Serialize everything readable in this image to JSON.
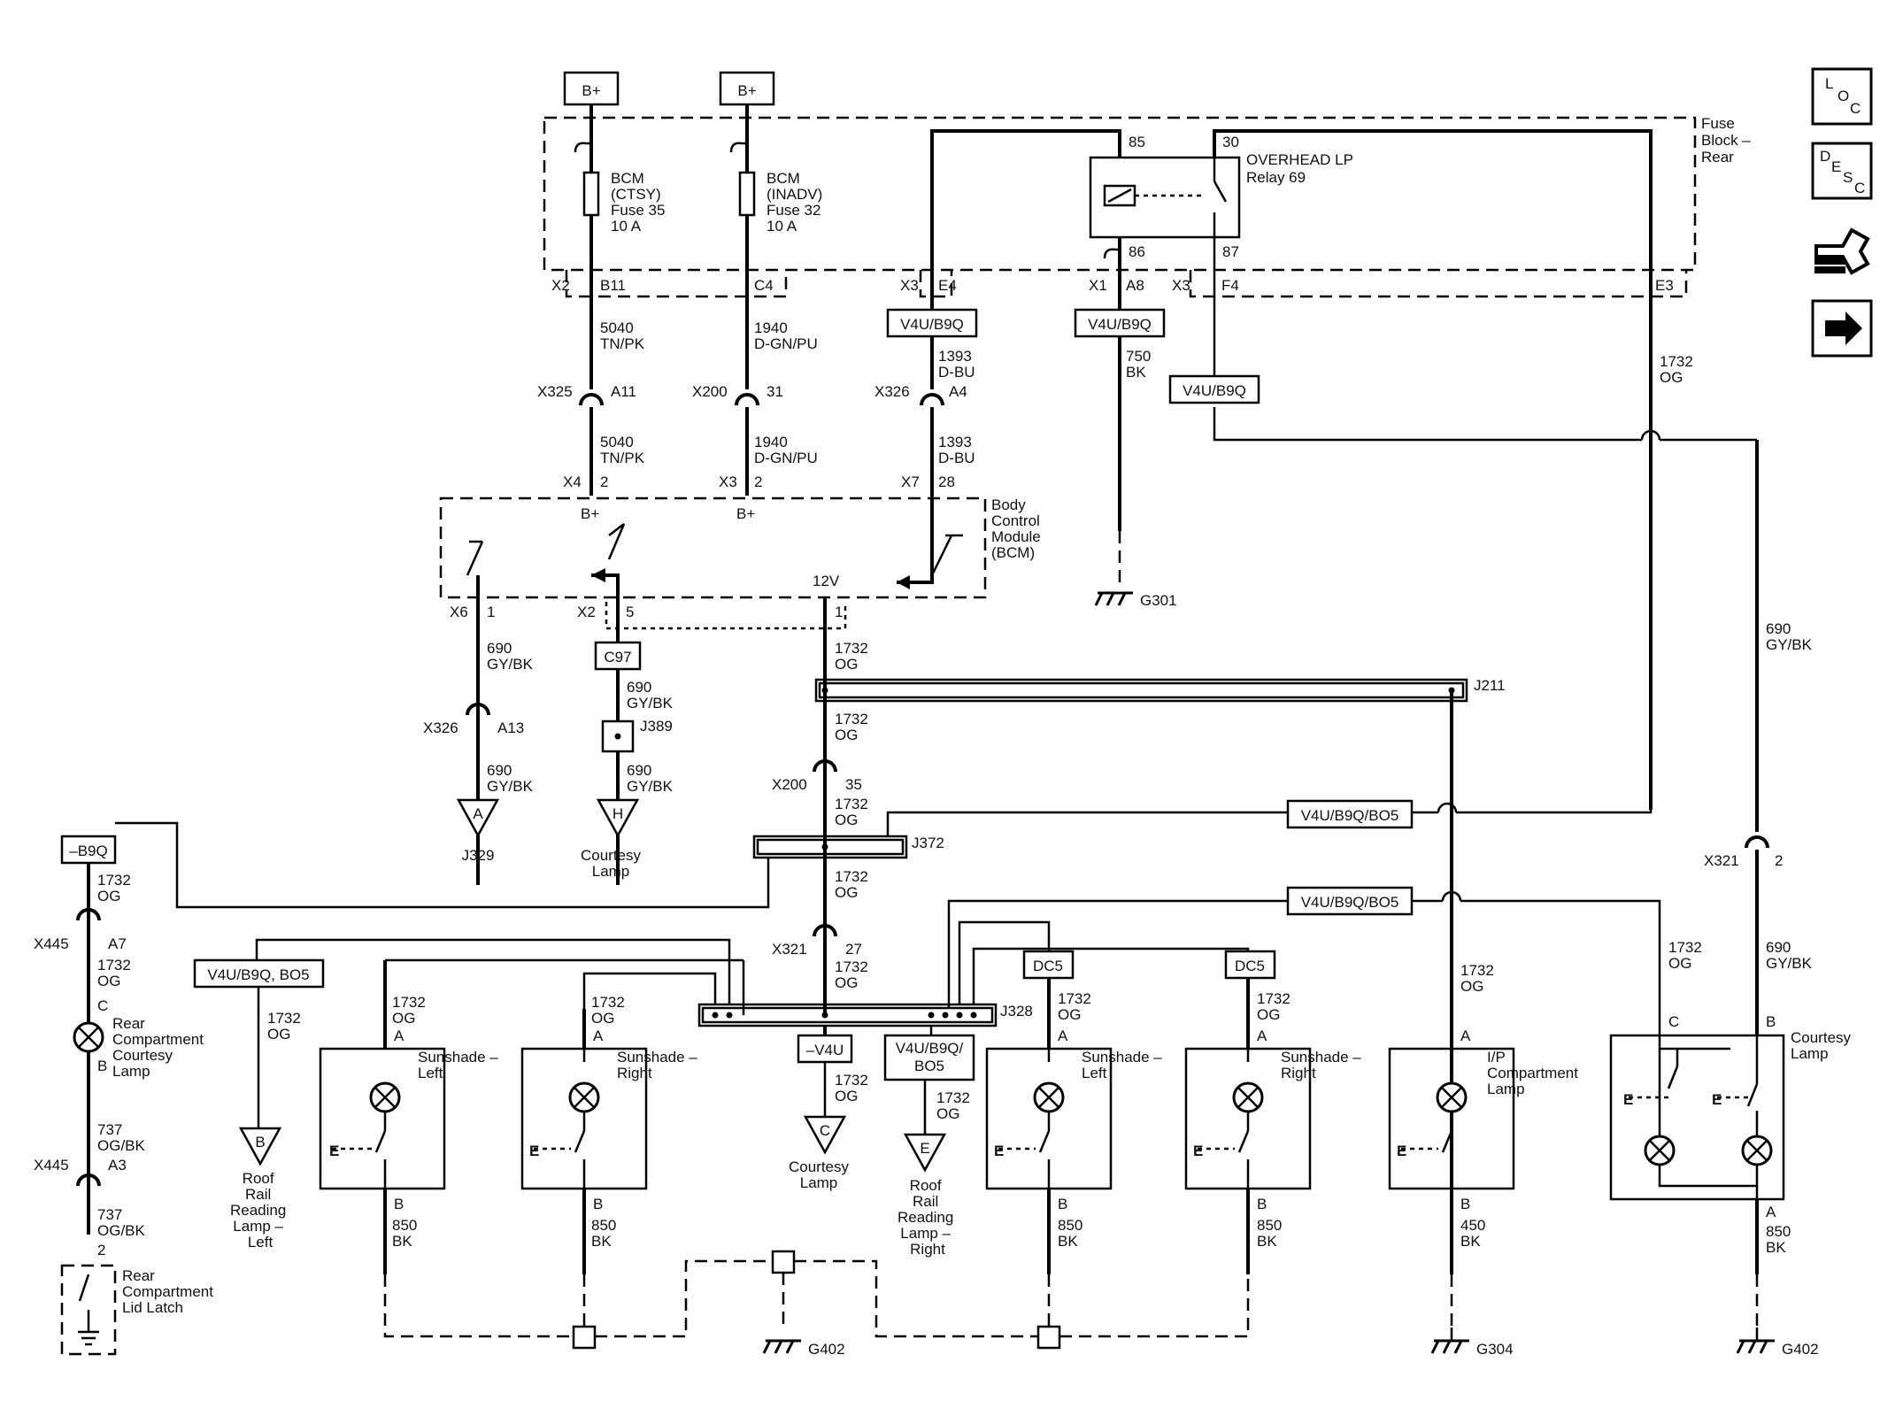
{
  "sidebar_icons": [
    {
      "name": "location-icon",
      "letters": [
        "L",
        "O",
        "C"
      ]
    },
    {
      "name": "description-icon",
      "letters": [
        "D",
        "E",
        "S",
        "C"
      ]
    },
    {
      "name": "harness-connector-icon"
    },
    {
      "name": "next-page-arrow-icon"
    }
  ],
  "diagram": {
    "power": {
      "b_plus_left": "B+",
      "b_plus_right": "B+"
    },
    "fuse_block": {
      "label_lines": [
        "Fuse",
        "Block –",
        "Rear"
      ]
    },
    "fuse35": {
      "lines": [
        "BCM",
        "(CTSY)",
        "Fuse 35",
        "10 A"
      ]
    },
    "fuse32": {
      "lines": [
        "BCM",
        "(INADV)",
        "Fuse 32",
        "10 A"
      ]
    },
    "relay": {
      "lines": [
        "OVERHEAD LP",
        "Relay 69"
      ],
      "pin85": "85",
      "pin86": "86",
      "pin30": "30",
      "pin87": "87"
    },
    "bcm": {
      "lines": [
        "Body",
        "Control",
        "Module",
        "(BCM)"
      ],
      "bplus1": "B+",
      "bplus2": "B+",
      "v12": "12V"
    },
    "grounds": {
      "g301": "G301",
      "g402a": "G402",
      "g304": "G304",
      "g402b": "G402"
    },
    "option_boxes": {
      "v4u_b9q_1": "V4U/B9Q",
      "v4u_b9q_2": "V4U/B9Q",
      "v4u_b9q_3": "V4U/B9Q",
      "v4u_b9q_bo5_1": "V4U/B9Q/BO5",
      "v4u_b9q_bo5_2": "V4U/B9Q/BO5",
      "neg_b9q": "–B9Q",
      "v4u_b9q_bo5_comma": "V4U/B9Q, BO5",
      "dc5_1": "DC5",
      "dc5_2": "DC5",
      "neg_v4u": "–V4U",
      "v4u_b9q_bo5_stack": [
        "V4U/B9Q/",
        "BO5"
      ],
      "c97": "C97"
    },
    "connectors": {
      "x2_b11": [
        "X2",
        "B11"
      ],
      "c4": "C4",
      "x3_e4": [
        "X3",
        "E4"
      ],
      "x1_a8": [
        "X1",
        "A8"
      ],
      "x3_f4": [
        "X3",
        "F4"
      ],
      "e3": "E3",
      "x325_a11": [
        "X325",
        "A11"
      ],
      "x200_31": [
        "X200",
        "31"
      ],
      "x326_a4": [
        "X326",
        "A4"
      ],
      "x4_2": [
        "X4",
        "2"
      ],
      "x3_2": [
        "X3",
        "2"
      ],
      "x7_28": [
        "X7",
        "28"
      ],
      "x6_1": [
        "X6",
        "1"
      ],
      "x2_5": [
        "X2",
        "5"
      ],
      "pin1": "1",
      "x326_a13": [
        "X326",
        "A13"
      ],
      "x200_35": [
        "X200",
        "35"
      ],
      "x321_27": [
        "X321",
        "27"
      ],
      "x321_2": [
        "X321",
        "2"
      ],
      "x445_a7": [
        "X445",
        "A7"
      ],
      "x445_a3": [
        "X445",
        "A3"
      ]
    },
    "splices": {
      "j211": "J211",
      "j372": "J372",
      "j328": "J328",
      "j389": "J389"
    },
    "wires": {
      "w5040a": [
        "5040",
        "TN/PK"
      ],
      "w5040b": [
        "5040",
        "TN/PK"
      ],
      "w1940a": [
        "1940",
        "D-GN/PU"
      ],
      "w1940b": [
        "1940",
        "D-GN/PU"
      ],
      "w1393a": [
        "1393",
        "D-BU"
      ],
      "w1393b": [
        "1393",
        "D-BU"
      ],
      "w750": [
        "750",
        "BK"
      ],
      "w1732_e3": [
        "1732",
        "OG"
      ],
      "w690_bcm": [
        "690",
        "GY/BK"
      ],
      "w690_j389_top": [
        "690",
        "GY/BK"
      ],
      "w690_j389_bot": [
        "690",
        "GY/BK"
      ],
      "w690_a13": [
        "690",
        "GY/BK"
      ],
      "w690_right": [
        "690",
        "GY/BK"
      ],
      "w690_x321": [
        "690",
        "GY/BK"
      ],
      "w1732_bcm": [
        "1732",
        "OG"
      ],
      "w1732_j211": [
        "1732",
        "OG"
      ],
      "w1732_x200": [
        "1732",
        "OG"
      ],
      "w1732_j372": [
        "1732",
        "OG"
      ],
      "w1732_x321": [
        "1732",
        "OG"
      ],
      "w1732_negb9q": [
        "1732",
        "OG"
      ],
      "w1732_a7": [
        "1732",
        "OG"
      ],
      "w737a": [
        "737",
        "OG/BK"
      ],
      "w737b": [
        "737",
        "OG/BK"
      ],
      "w1732_rrl": [
        "1732",
        "OG"
      ],
      "w1732_ssl": [
        "1732",
        "OG"
      ],
      "w1732_ssr": [
        "1732",
        "OG"
      ],
      "w1732_negv4u": [
        "1732",
        "OG"
      ],
      "w1732_rrr": [
        "1732",
        "OG"
      ],
      "w1732_ssl2": [
        "1732",
        "OG"
      ],
      "w1732_ssr2": [
        "1732",
        "OG"
      ],
      "w1732_ip": [
        "1732",
        "OG"
      ],
      "w1732_ctsy": [
        "1732",
        "OG"
      ],
      "w850_1": [
        "850",
        "BK"
      ],
      "w850_2": [
        "850",
        "BK"
      ],
      "w850_3": [
        "850",
        "BK"
      ],
      "w850_4": [
        "850",
        "BK"
      ],
      "w850_5": [
        "850",
        "BK"
      ],
      "w450": [
        "450",
        "BK"
      ]
    },
    "offpage": {
      "a_j329": {
        "letter": "A",
        "lines": [
          "J329"
        ]
      },
      "h_courtesy": {
        "letter": "H",
        "lines": [
          "Courtesy",
          "Lamp"
        ]
      },
      "b_roof_left": {
        "letter": "B",
        "lines": [
          "Roof",
          "Rail",
          "Reading",
          "Lamp –",
          "Left"
        ]
      },
      "c_courtesy": {
        "letter": "C",
        "lines": [
          "Courtesy",
          "Lamp"
        ]
      },
      "e_roof_right": {
        "letter": "E",
        "lines": [
          "Roof",
          "Rail",
          "Reading",
          "Lamp –",
          "Right"
        ]
      }
    },
    "components": {
      "rear_comp_lamp": {
        "lines": [
          "Rear",
          "Compartment",
          "Courtesy",
          "Lamp"
        ],
        "pin_c": "C",
        "pin_b": "B"
      },
      "lid_latch": {
        "lines": [
          "Rear",
          "Compartment",
          "Lid Latch"
        ],
        "pin": "2"
      },
      "sunshade_left_1": {
        "lines": [
          "Sunshade –",
          "Left"
        ],
        "pin_a": "A",
        "pin_b": "B"
      },
      "sunshade_right_1": {
        "lines": [
          "Sunshade –",
          "Right"
        ],
        "pin_a": "A",
        "pin_b": "B"
      },
      "sunshade_left_2": {
        "lines": [
          "Sunshade –",
          "Left"
        ],
        "pin_a": "A",
        "pin_b": "B"
      },
      "sunshade_right_2": {
        "lines": [
          "Sunshade –",
          "Right"
        ],
        "pin_a": "A",
        "pin_b": "B"
      },
      "ip_lamp": {
        "lines": [
          "I/P",
          "Compartment",
          "Lamp"
        ],
        "pin_a": "A",
        "pin_b": "B"
      },
      "courtesy_lamp": {
        "lines": [
          "Courtesy",
          "Lamp"
        ],
        "pin_c": "C",
        "pin_b": "B",
        "pin_a": "A"
      }
    }
  }
}
